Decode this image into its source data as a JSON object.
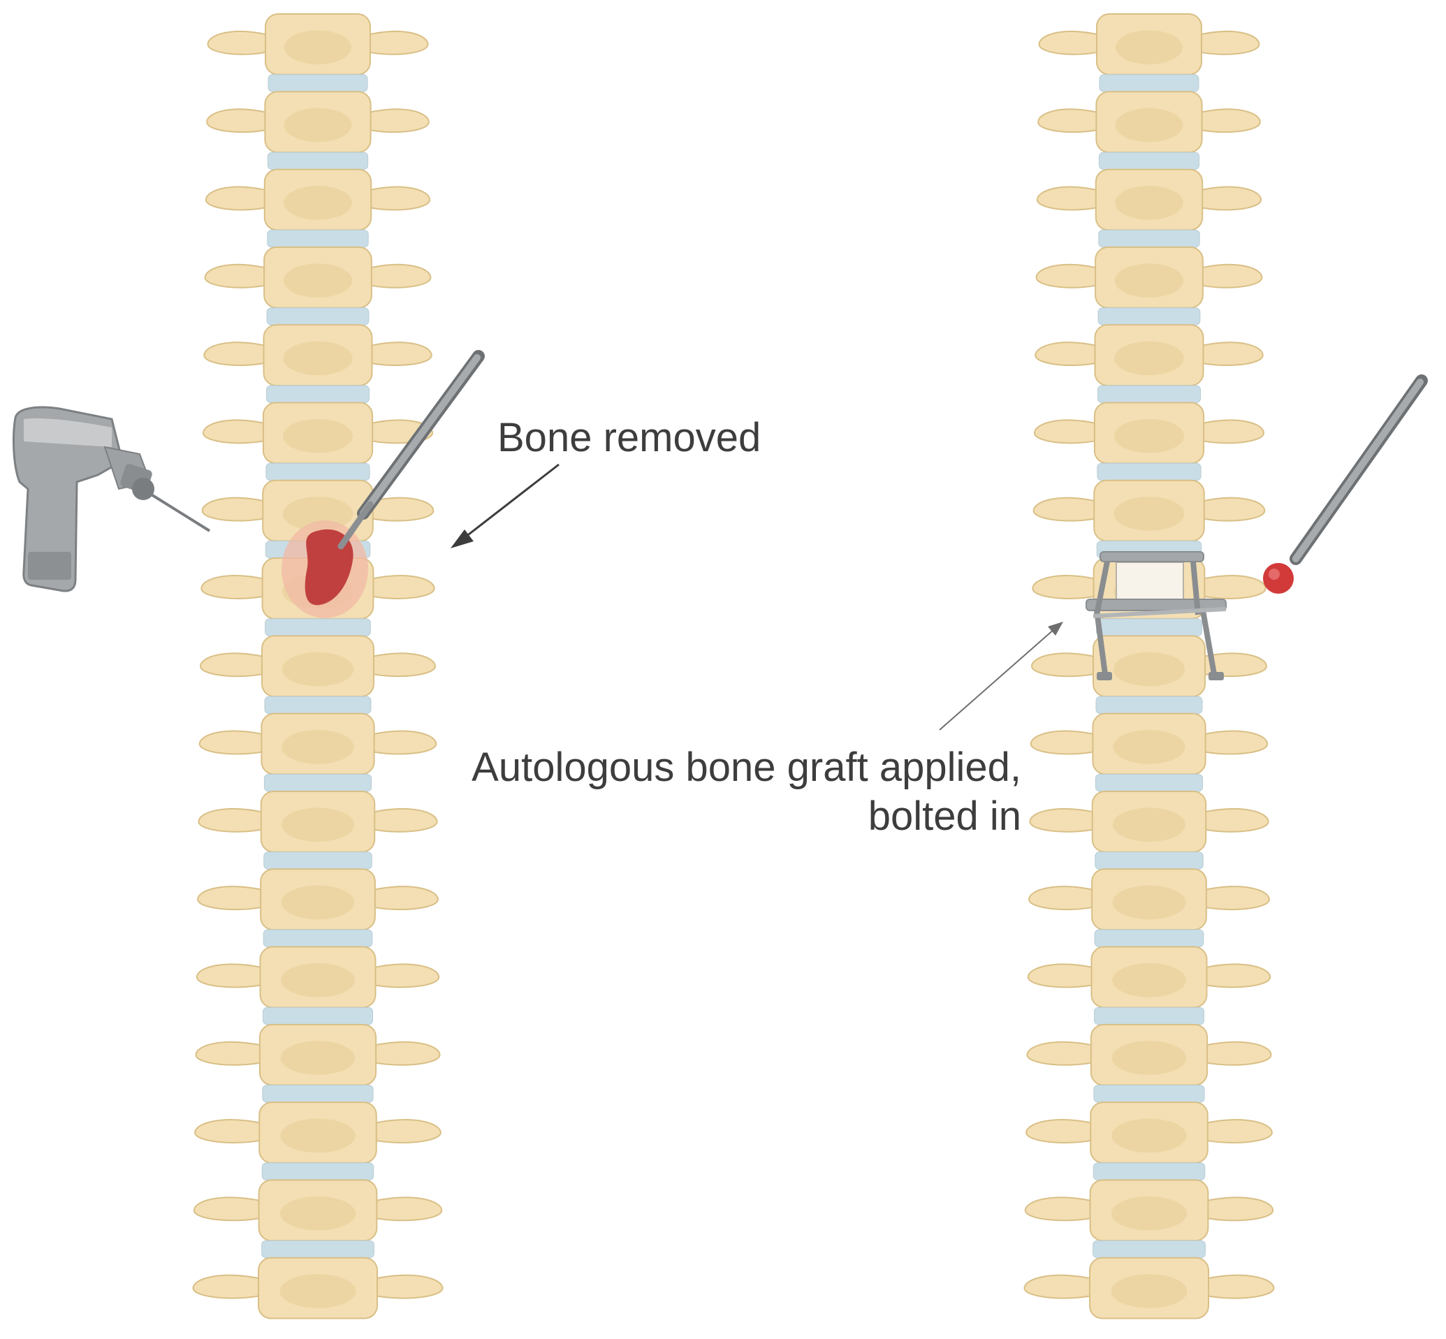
{
  "labels": {
    "bone_removed": "Bone removed",
    "graft_line1": "Autologous bone graft applied,",
    "graft_line2": "bolted in"
  },
  "colors": {
    "bone": "#f3dfb3",
    "bone_shade": "#e6cc95",
    "bone_outline": "#d9bf86",
    "disc": "#c9dde6",
    "lesion": "#c0403f",
    "lesion_halo": "#f1b9a4",
    "instrument": "#9a9da0",
    "instrument_dark": "#6e7174",
    "graft": "#f7f3ea",
    "arrow": "#3d3d3d",
    "cap": "#d23a3a"
  },
  "icons": {
    "left_tool": "surgical-drill-icon",
    "left_probe": "surgical-probe-icon",
    "right_probe": "surgical-probe-icon",
    "graft": "bolted-bone-graft-icon"
  }
}
